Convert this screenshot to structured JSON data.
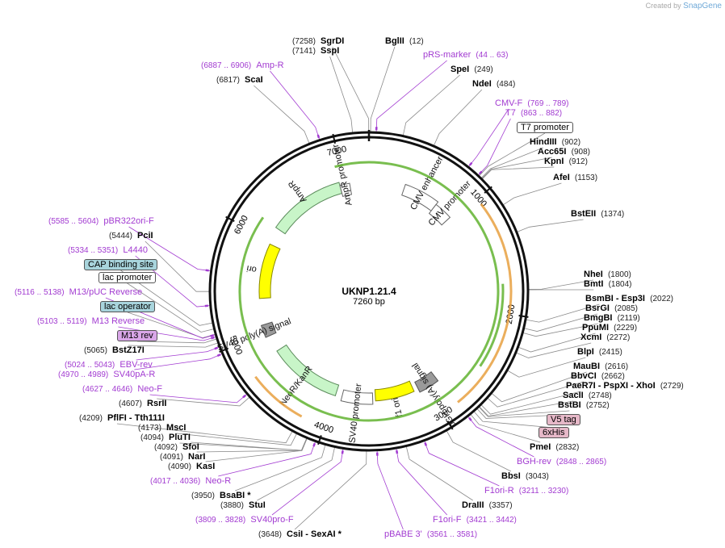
{
  "watermark": {
    "prefix": "Created by",
    "brand": "SnapGene"
  },
  "plasmid": {
    "name": "UKNP1.21.4",
    "size": "7260 bp",
    "length": 7260
  },
  "ticks": [
    {
      "pos": 1000,
      "label": "1000"
    },
    {
      "pos": 2000,
      "label": "2000"
    },
    {
      "pos": 3000,
      "label": "3000"
    },
    {
      "pos": 4000,
      "label": "4000"
    },
    {
      "pos": 5000,
      "label": "5000"
    },
    {
      "pos": 6000,
      "label": "6000"
    },
    {
      "pos": 7000,
      "label": "7000"
    }
  ],
  "sites": [
    {
      "id": "sgrdi",
      "type": "enzyme",
      "pre": "(7258)",
      "name": "SgrDI",
      "post": "",
      "site": 7258
    },
    {
      "id": "bglii",
      "type": "enzyme",
      "pre": "",
      "name": "BglII",
      "post": "(12)",
      "site": 12
    },
    {
      "id": "sspi",
      "type": "enzyme",
      "pre": "(7141)",
      "name": "SspI",
      "post": "",
      "site": 7141
    },
    {
      "id": "prs-marker",
      "type": "primer",
      "pre": "",
      "name": "pRS-marker",
      "post": "(44 .. 63)",
      "site": 53
    },
    {
      "id": "amp-r",
      "type": "primer",
      "pre": "(6887 .. 6906)",
      "name": "Amp-R",
      "post": "",
      "site": 6896
    },
    {
      "id": "spei",
      "type": "enzyme",
      "pre": "",
      "name": "SpeI",
      "post": "(249)",
      "site": 249
    },
    {
      "id": "scai",
      "type": "enzyme",
      "pre": "(6817)",
      "name": "ScaI",
      "post": "",
      "site": 6817
    },
    {
      "id": "ndei",
      "type": "enzyme",
      "pre": "",
      "name": "NdeI",
      "post": "(484)",
      "site": 484
    },
    {
      "id": "cmv-f",
      "type": "primer",
      "pre": "",
      "name": "CMV-F",
      "post": "(769 .. 789)",
      "site": 779
    },
    {
      "id": "t7",
      "type": "primer",
      "pre": "",
      "name": "T7",
      "post": "(863 .. 882)",
      "site": 872
    },
    {
      "id": "t7-promoter",
      "type": "boxed",
      "pre": "",
      "name": "T7 promoter",
      "post": "",
      "site": 880,
      "color": "#ffffff"
    },
    {
      "id": "hindiii",
      "type": "enzyme",
      "pre": "",
      "name": "HindIII",
      "post": "(902)",
      "site": 902
    },
    {
      "id": "acc65i",
      "type": "enzyme",
      "pre": "",
      "name": "Acc65I",
      "post": "(908)",
      "site": 908
    },
    {
      "id": "kpni",
      "type": "enzyme",
      "pre": "",
      "name": "KpnI",
      "post": "(912)",
      "site": 912
    },
    {
      "id": "afei",
      "type": "enzyme",
      "pre": "",
      "name": "AfeI",
      "post": "(1153)",
      "site": 1153
    },
    {
      "id": "bsteii",
      "type": "enzyme",
      "pre": "",
      "name": "BstEII",
      "post": "(1374)",
      "site": 1374
    },
    {
      "id": "nhei",
      "type": "enzyme",
      "pre": "",
      "name": "NheI",
      "post": "(1800)",
      "site": 1800
    },
    {
      "id": "bmti",
      "type": "enzyme",
      "pre": "",
      "name": "BmtI",
      "post": "(1804)",
      "site": 1804
    },
    {
      "id": "bsmbi",
      "type": "enzyme",
      "pre": "",
      "name": "BsmBI",
      "sep": " - ",
      "name2": "Esp3I",
      "post": "(2022)",
      "site": 2022
    },
    {
      "id": "bsrgi",
      "type": "enzyme",
      "pre": "",
      "name": "BsrGI",
      "post": "(2085)",
      "site": 2085
    },
    {
      "id": "bmgbi",
      "type": "enzyme",
      "pre": "",
      "name": "BmgBI",
      "post": "(2119)",
      "site": 2119
    },
    {
      "id": "ppumi",
      "type": "enzyme",
      "pre": "",
      "name": "PpuMI",
      "post": "(2229)",
      "site": 2229
    },
    {
      "id": "xcmi",
      "type": "enzyme",
      "pre": "",
      "name": "XcmI",
      "post": "(2272)",
      "site": 2272
    },
    {
      "id": "blpi",
      "type": "enzyme",
      "pre": "",
      "name": "BlpI",
      "post": "(2415)",
      "site": 2415
    },
    {
      "id": "maubi",
      "type": "enzyme",
      "pre": "",
      "name": "MauBI",
      "post": "(2616)",
      "site": 2616
    },
    {
      "id": "bbvci",
      "type": "enzyme",
      "pre": "",
      "name": "BbvCI",
      "post": "(2662)",
      "site": 2662
    },
    {
      "id": "paer7i",
      "type": "enzyme",
      "pre": "",
      "name": "PaeR7I",
      "sep": " - ",
      "name2": "PspXI",
      "sep2": " - ",
      "name3": "XhoI",
      "post": "(2729)",
      "site": 2729
    },
    {
      "id": "sacii",
      "type": "enzyme",
      "pre": "",
      "name": "SacII",
      "post": "(2748)",
      "site": 2748
    },
    {
      "id": "bstbi",
      "type": "enzyme",
      "pre": "",
      "name": "BstBI",
      "post": "(2752)",
      "site": 2752
    },
    {
      "id": "v5-tag",
      "type": "boxed",
      "pre": "",
      "name": "V5 tag",
      "post": "",
      "site": 2770,
      "color": "#e6b8c8"
    },
    {
      "id": "6xhis",
      "type": "boxed",
      "pre": "",
      "name": "6xHis",
      "post": "",
      "site": 2800,
      "color": "#e6b8c8"
    },
    {
      "id": "pmei",
      "type": "enzyme",
      "pre": "",
      "name": "PmeI",
      "post": "(2832)",
      "site": 2832
    },
    {
      "id": "bgh-rev",
      "type": "primer",
      "pre": "",
      "name": "BGH-rev",
      "post": "(2848 .. 2865)",
      "site": 2856
    },
    {
      "id": "bbsi",
      "type": "enzyme",
      "pre": "",
      "name": "BbsI",
      "post": "(3043)",
      "site": 3043
    },
    {
      "id": "f1ori-r",
      "type": "primer",
      "pre": "",
      "name": "F1ori-R",
      "post": "(3211 .. 3230)",
      "site": 3220
    },
    {
      "id": "draiii",
      "type": "enzyme",
      "pre": "",
      "name": "DraIII",
      "post": "(3357)",
      "site": 3357
    },
    {
      "id": "f1ori-f",
      "type": "primer",
      "pre": "",
      "name": "F1ori-F",
      "post": "(3421 .. 3442)",
      "site": 3431
    },
    {
      "id": "pbabe3",
      "type": "primer",
      "pre": "",
      "name": "pBABE 3'",
      "post": "(3561 .. 3581)",
      "site": 3571
    },
    {
      "id": "csii",
      "type": "enzyme",
      "pre": "(3648)",
      "name": "CsiI",
      "sep": " - ",
      "name2": "SexAI *",
      "post": "",
      "site": 3648
    },
    {
      "id": "sv40pro-f",
      "type": "primer",
      "pre": "(3809 .. 3828)",
      "name": "SV40pro-F",
      "post": "",
      "site": 3818
    },
    {
      "id": "stui",
      "type": "enzyme",
      "pre": "(3880)",
      "name": "StuI",
      "post": "",
      "site": 3880
    },
    {
      "id": "bsabi",
      "type": "enzyme",
      "pre": "(3950)",
      "name": "BsaBI *",
      "post": "",
      "site": 3950
    },
    {
      "id": "neo-r",
      "type": "primer",
      "pre": "(4017 .. 4036)",
      "name": "Neo-R",
      "post": "",
      "site": 4026
    },
    {
      "id": "kasi",
      "type": "enzyme",
      "pre": "(4090)",
      "name": "KasI",
      "post": "",
      "site": 4090
    },
    {
      "id": "nari",
      "type": "enzyme",
      "pre": "(4091)",
      "name": "NarI",
      "post": "",
      "site": 4091
    },
    {
      "id": "sfoi",
      "type": "enzyme",
      "pre": "(4092)",
      "name": "SfoI",
      "post": "",
      "site": 4092
    },
    {
      "id": "pluti",
      "type": "enzyme",
      "pre": "(4094)",
      "name": "PluTI",
      "post": "",
      "site": 4094
    },
    {
      "id": "msci",
      "type": "enzyme",
      "pre": "(4173)",
      "name": "MscI",
      "post": "",
      "site": 4173
    },
    {
      "id": "pflfi",
      "type": "enzyme",
      "pre": "(4209)",
      "name": "PflFI",
      "sep": " - ",
      "name2": "Tth111I",
      "post": "",
      "site": 4209
    },
    {
      "id": "rsrii",
      "type": "enzyme",
      "pre": "(4607)",
      "name": "RsrII",
      "post": "",
      "site": 4607
    },
    {
      "id": "neo-f",
      "type": "primer",
      "pre": "(4627 .. 4646)",
      "name": "Neo-F",
      "post": "",
      "site": 4636
    },
    {
      "id": "sv40pa-r",
      "type": "primer",
      "pre": "(4970 .. 4989)",
      "name": "SV40pA-R",
      "post": "",
      "site": 4980
    },
    {
      "id": "ebv-rev",
      "type": "primer",
      "pre": "(5024 .. 5043)",
      "name": "EBV-rev",
      "post": "",
      "site": 5033
    },
    {
      "id": "bstz17i",
      "type": "enzyme",
      "pre": "(5065)",
      "name": "BstZ17I",
      "post": "",
      "site": 5065
    },
    {
      "id": "m13-rev",
      "type": "boxed",
      "pre": "",
      "name": "M13 rev",
      "post": "",
      "site": 5095,
      "color": "#d9a6e8"
    },
    {
      "id": "m13-reverse",
      "type": "primer",
      "pre": "(5103 .. 5119)",
      "name": "M13 Reverse",
      "post": "",
      "site": 5111
    },
    {
      "id": "lac-operator",
      "type": "boxed",
      "pre": "",
      "name": "lac operator",
      "post": "",
      "site": 5130,
      "color": "#a8d4dc"
    },
    {
      "id": "m13puc-reverse",
      "type": "primer",
      "pre": "(5116 .. 5138)",
      "name": "M13/pUC Reverse",
      "post": "",
      "site": 5127
    },
    {
      "id": "lac-promoter",
      "type": "boxed",
      "pre": "",
      "name": "lac promoter",
      "post": "",
      "site": 5170,
      "color": "#ffffff"
    },
    {
      "id": "cap-binding-site",
      "type": "boxed",
      "pre": "",
      "name": "CAP binding site",
      "post": "",
      "site": 5215,
      "color": "#a8d4dc"
    },
    {
      "id": "l4440",
      "type": "primer",
      "pre": "(5334 .. 5351)",
      "name": "L4440",
      "post": "",
      "site": 5342
    },
    {
      "id": "pcii",
      "type": "enzyme",
      "pre": "(5444)",
      "name": "PciI",
      "post": "",
      "site": 5444
    },
    {
      "id": "pbr322ori-f",
      "type": "primer",
      "pre": "(5585 .. 5604)",
      "name": "pBR322ori-F",
      "post": "",
      "site": 5594
    }
  ],
  "features": [
    {
      "name": "CMV enhancer",
      "start": 380,
      "end": 760,
      "style": "white"
    },
    {
      "name": "CMV promoter",
      "start": 760,
      "end": 960,
      "style": "white"
    },
    {
      "name": "bGH poly(A) signal",
      "start": 2870,
      "end": 3090,
      "style": "grey"
    },
    {
      "name": "f1 ori",
      "start": 3140,
      "end": 3560,
      "style": "yellow"
    },
    {
      "name": "SV40 promoter",
      "start": 3590,
      "end": 3920,
      "style": "white"
    },
    {
      "name": "NeoR/KanR",
      "start": 3990,
      "end": 4780,
      "style": "green"
    },
    {
      "name": "SV40 poly(A) signal",
      "start": 4960,
      "end": 5090,
      "style": "grey"
    },
    {
      "name": "ori",
      "start": 5370,
      "end": 5960,
      "style": "yellow"
    },
    {
      "name": "AmpR",
      "start": 6140,
      "end": 6950,
      "style": "green"
    },
    {
      "name": "AmpR promoter",
      "start": 6950,
      "end": 7055,
      "style": "white"
    }
  ]
}
